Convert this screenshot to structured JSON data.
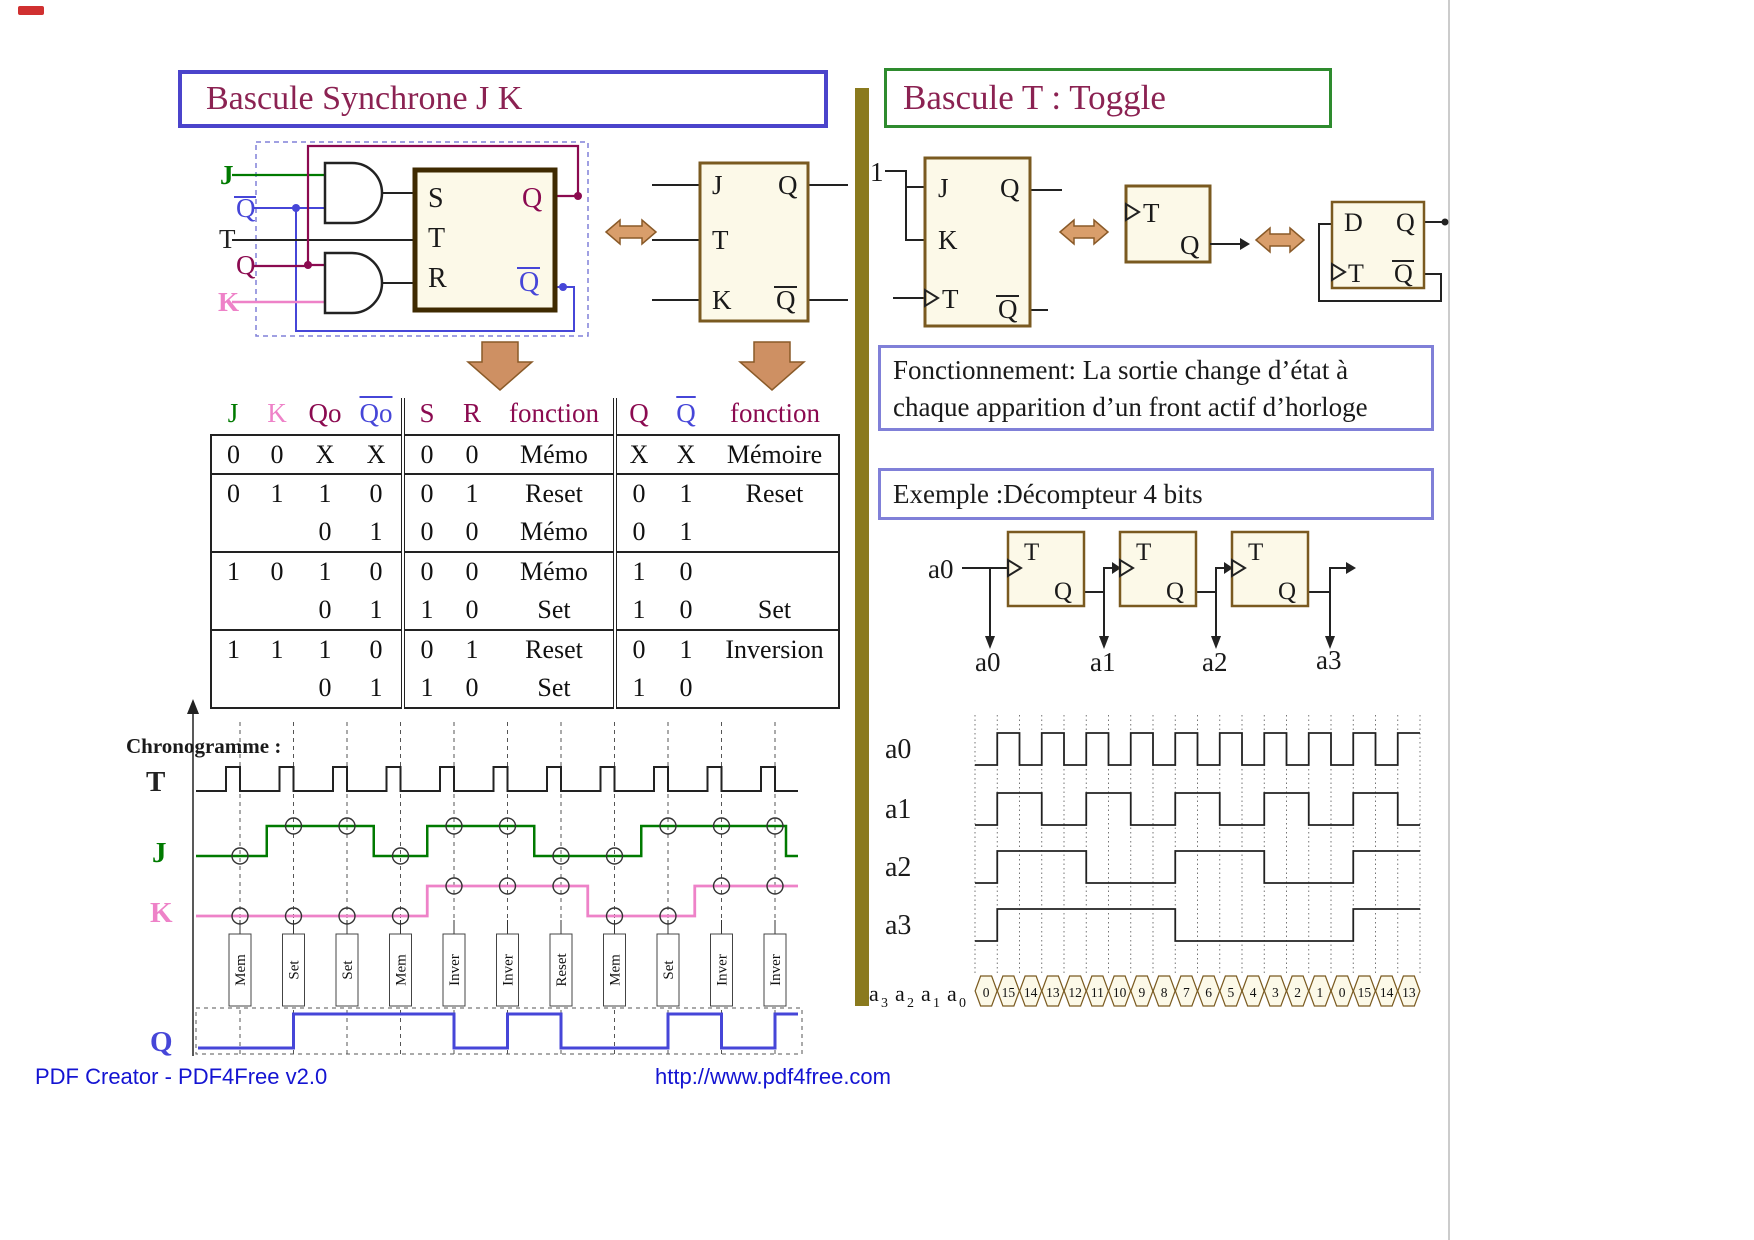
{
  "palette": {
    "maroon": "#8B2252",
    "crimson": "#8B0A50",
    "green": "#007A00",
    "pink": "#EE82C8",
    "blue": "#4646D8",
    "cream": "#FCF9E8",
    "brown": "#7A5A20",
    "dark_brown": "#3F2A00",
    "tan": "#D99E6B",
    "tan_dark": "#8A5A28",
    "olive": "#8A7A1E",
    "link_blue": "#1414D2"
  },
  "left": {
    "title": "Bascule Synchrone J K",
    "circuit": {
      "input_j": "J",
      "input_t": "T",
      "input_k": "K",
      "label_qbar": "Q",
      "label_q": "Q",
      "box_s": "S",
      "box_t": "T",
      "box_r": "R",
      "box_q": "Q",
      "box_qbar": "Q"
    },
    "symbol": {
      "j": "J",
      "t": "T",
      "k": "K",
      "q": "Q",
      "qbar": "Q"
    },
    "table": {
      "headers": [
        {
          "t": "J",
          "color": "green"
        },
        {
          "t": "K",
          "color": "pink"
        },
        {
          "t": "Qo",
          "color": "crimson"
        },
        {
          "t": "Qo",
          "color": "blue",
          "bar": true
        },
        {
          "t": "S",
          "color": "crimson",
          "sep": true
        },
        {
          "t": "R",
          "color": "crimson"
        },
        {
          "t": "fonction",
          "color": "crimson"
        },
        {
          "t": "Q",
          "color": "crimson",
          "sep": true
        },
        {
          "t": "Q",
          "color": "blue",
          "bar": true
        },
        {
          "t": "fonction",
          "color": "crimson"
        }
      ],
      "rows": [
        [
          "0",
          "0",
          "X",
          "X",
          "0",
          "0",
          "Mémo",
          "X",
          "X",
          "Mémoire"
        ],
        [
          "0",
          "1",
          "1",
          "0",
          "0",
          "1",
          "Reset",
          "0",
          "1",
          "Reset"
        ],
        [
          "",
          "",
          "0",
          "1",
          "0",
          "0",
          "Mémo",
          "0",
          "1",
          ""
        ],
        [
          "1",
          "0",
          "1",
          "0",
          "0",
          "0",
          "Mémo",
          "1",
          "0",
          ""
        ],
        [
          "",
          "",
          "0",
          "1",
          "1",
          "0",
          "Set",
          "1",
          "0",
          "Set"
        ],
        [
          "1",
          "1",
          "1",
          "0",
          "0",
          "1",
          "Reset",
          "0",
          "1",
          "Inversion"
        ],
        [
          "",
          "",
          "0",
          "1",
          "1",
          "0",
          "Set",
          "1",
          "0",
          ""
        ]
      ],
      "group_starts": [
        1,
        3,
        5
      ]
    },
    "chrono": {
      "label": "Chronogramme :",
      "signals": {
        "t": "T",
        "j": "J",
        "k": "K",
        "q": "Q"
      },
      "j_bits": [
        0,
        1,
        1,
        0,
        1,
        1,
        0,
        0,
        1,
        1,
        1
      ],
      "k_bits": [
        0,
        0,
        0,
        0,
        1,
        1,
        1,
        0,
        0,
        1,
        1
      ],
      "q_bits": [
        0,
        1,
        1,
        1,
        0,
        1,
        0,
        0,
        1,
        0,
        1
      ],
      "annotations": [
        "Mem",
        "Set",
        "Set",
        "Mem",
        "Inver",
        "Inver",
        "Reset",
        "Mem",
        "Set",
        "Inver",
        "Inver"
      ]
    }
  },
  "right": {
    "title": "Bascule T : Toggle",
    "one_label": "1",
    "jk": {
      "j": "J",
      "k": "K",
      "t": "T",
      "q": "Q",
      "qbar": "Q"
    },
    "tff": {
      "t": "T",
      "q": "Q"
    },
    "dff": {
      "d": "D",
      "q": "Q",
      "t": "T",
      "qbar": "Q"
    },
    "fonctionnement": [
      "Fonctionnement: La sortie change d’état à",
      "chaque apparition d’un front actif d’horloge"
    ],
    "exemple": "Exemple :Décompteur 4 bits",
    "counter": {
      "clock_label": "a0",
      "ff_t": "T",
      "ff_q": "Q",
      "out_labels": [
        "a0",
        "a1",
        "a2",
        "a3"
      ]
    },
    "waves": {
      "labels": [
        "a0",
        "a1",
        "a2",
        "a3"
      ],
      "values_label": [
        "a3",
        "a2",
        "a1",
        "a0"
      ],
      "values": [
        0,
        15,
        14,
        13,
        12,
        11,
        10,
        9,
        8,
        7,
        6,
        5,
        4,
        3,
        2,
        1,
        0,
        15,
        14,
        13
      ]
    }
  },
  "footer": {
    "creator": "PDF Creator - PDF4Free v2.0",
    "link": "http://www.pdf4free.com"
  }
}
